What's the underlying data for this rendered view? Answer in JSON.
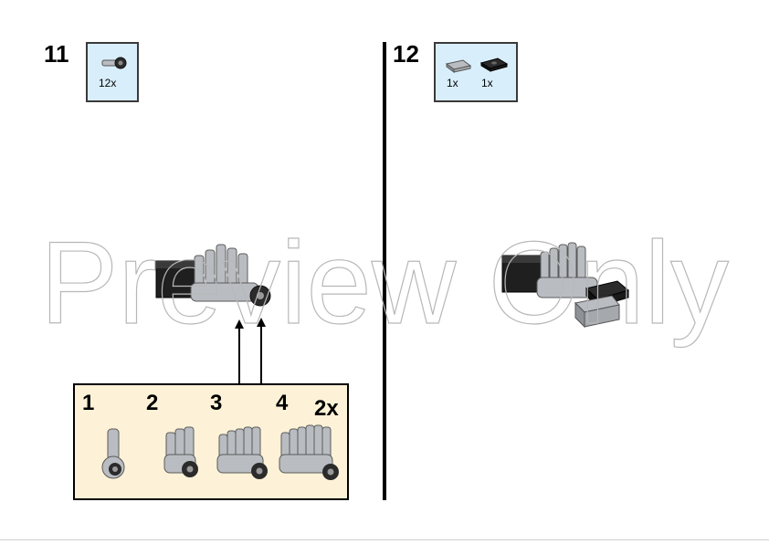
{
  "step11": {
    "number": "11",
    "parts": [
      {
        "icon": "connector-peg-icon",
        "qty": "12x"
      }
    ],
    "substeps": {
      "labels": [
        "1",
        "2",
        "3",
        "4"
      ],
      "multiplier": "2x"
    }
  },
  "step12": {
    "number": "12",
    "parts": [
      {
        "icon": "tile-icon",
        "qty": "1x"
      },
      {
        "icon": "jumper-plate-icon",
        "qty": "1x"
      }
    ]
  },
  "watermark": {
    "text": "Preview Only"
  },
  "colors": {
    "parts_box": "#d9eefb",
    "substep_box": "#fdf2d7",
    "brick_gray": "#b9bdc2",
    "brick_dark": "#2b2b2b"
  }
}
